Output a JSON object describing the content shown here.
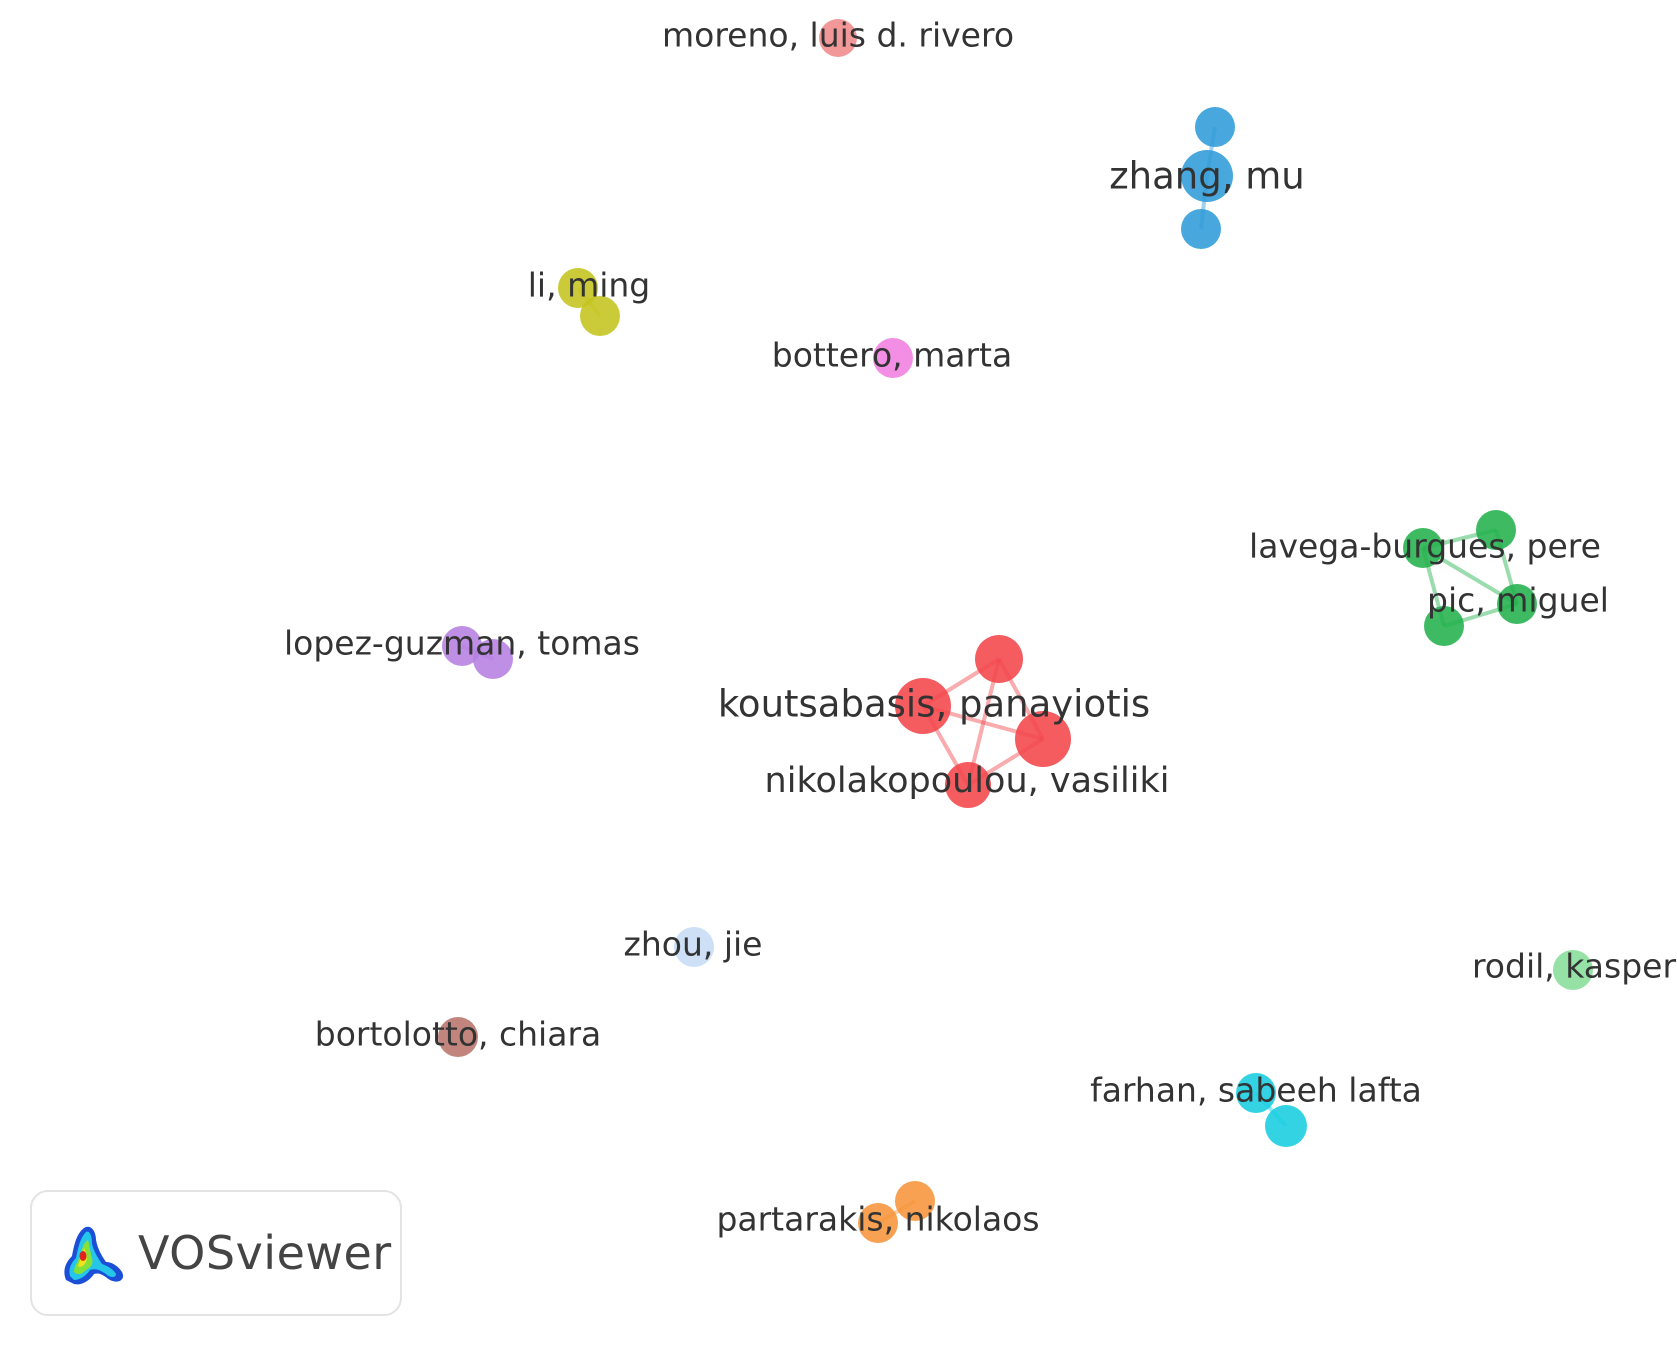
{
  "app": {
    "logo_text": "VOSviewer"
  },
  "clusters": [
    {
      "id": "c1",
      "color": "#f08a8a",
      "nodes": [
        {
          "label": "moreno, luis d. rivero"
        }
      ]
    },
    {
      "id": "c2",
      "color": "#2f9bd8",
      "nodes": [
        {
          "label": ""
        },
        {
          "label": "zhang, mu"
        },
        {
          "label": ""
        }
      ]
    },
    {
      "id": "c3",
      "color": "#c4c41e",
      "nodes": [
        {
          "label": "li, ming"
        },
        {
          "label": ""
        }
      ]
    },
    {
      "id": "c4",
      "color": "#f07fe0",
      "nodes": [
        {
          "label": "bottero, marta"
        }
      ]
    },
    {
      "id": "c5",
      "color": "#22b14c",
      "nodes": [
        {
          "label": "lavega-burgues, pere"
        },
        {
          "label": ""
        },
        {
          "label": "pic, miguel"
        },
        {
          "label": ""
        }
      ]
    },
    {
      "id": "c6",
      "color": "#b57fe0",
      "nodes": [
        {
          "label": "lopez-guzman, tomas"
        },
        {
          "label": ""
        }
      ]
    },
    {
      "id": "c7",
      "color": "#f2454a",
      "nodes": [
        {
          "label": ""
        },
        {
          "label": "koutsabasis, panayiotis"
        },
        {
          "label": ""
        },
        {
          "label": "nikolakopoulou, vasiliki"
        }
      ]
    },
    {
      "id": "c8",
      "color": "#c6dcf5",
      "nodes": [
        {
          "label": "zhou, jie"
        }
      ]
    },
    {
      "id": "c9",
      "color": "#88dd99",
      "nodes": [
        {
          "label": "rodil, kasper"
        }
      ]
    },
    {
      "id": "c10",
      "color": "#b9746b",
      "nodes": [
        {
          "label": "bortolotto, chiara"
        }
      ]
    },
    {
      "id": "c11",
      "color": "#17cde0",
      "nodes": [
        {
          "label": "farhan, sabeeh lafta"
        },
        {
          "label": ""
        }
      ]
    },
    {
      "id": "c12",
      "color": "#f7943a",
      "nodes": [
        {
          "label": ""
        },
        {
          "label": "partarakis, nikolaos"
        }
      ]
    }
  ]
}
